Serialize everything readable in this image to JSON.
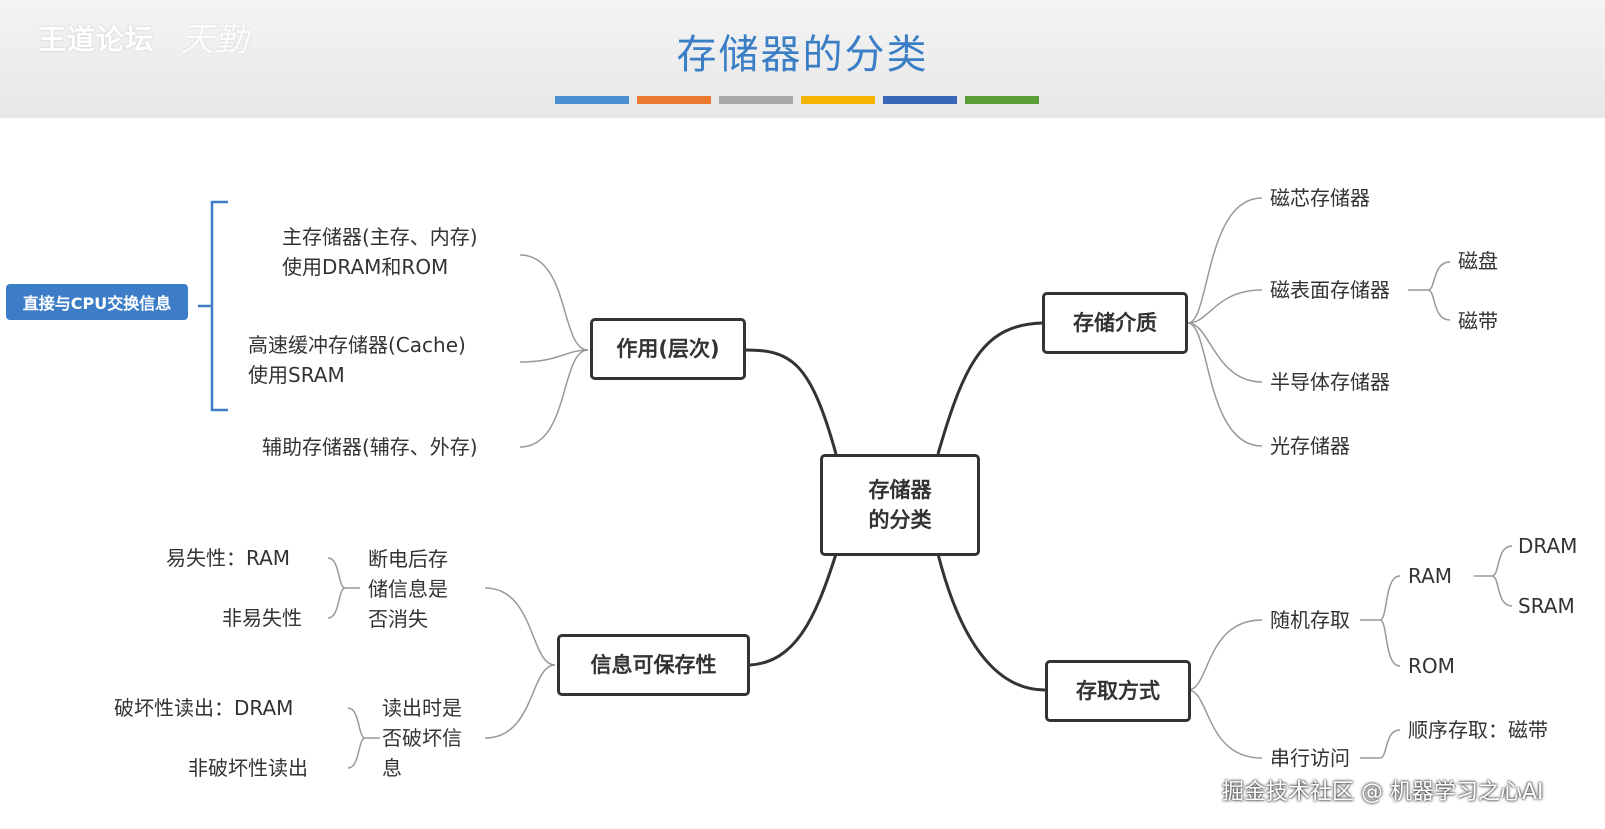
{
  "header": {
    "brand": "王道论坛",
    "brand_mark": "天勤",
    "title": "存储器的分类",
    "stripe_colors": [
      "#4a90d2",
      "#e8792f",
      "#a8a8a8",
      "#f4b400",
      "#3a66b8",
      "#5a9e3a"
    ]
  },
  "diagram": {
    "center": "存储器\n的分类",
    "by_role": {
      "label": "作用(层次)",
      "main_memory": "主存储器(主存、内存)\n使用DRAM和ROM",
      "cache": "高速缓冲存储器(Cache)\n使用SRAM",
      "aux": "辅助存储器(辅存、外存)",
      "side_note": "直接与CPU交换信息"
    },
    "by_medium": {
      "label": "存储介质",
      "core": "磁芯存储器",
      "surface": "磁表面存储器",
      "disk": "磁盘",
      "tape": "磁带",
      "semi": "半导体存储器",
      "optical": "光存储器"
    },
    "by_retention": {
      "label": "信息可保存性",
      "q1": "断电后存\n储信息是\n否消失",
      "volatile": "易失性：RAM",
      "nonvolatile": "非易失性",
      "q2": "读出时是\n否破坏信\n息",
      "destructive": "破坏性读出：DRAM",
      "nondestructive": "非破坏性读出"
    },
    "by_access": {
      "label": "存取方式",
      "random": "随机存取",
      "ram": "RAM",
      "dram": "DRAM",
      "sram": "SRAM",
      "rom": "ROM",
      "serial": "串行访问",
      "sequential": "顺序存取：磁带"
    }
  },
  "watermark": "掘金技术社区 @ 机器学习之心AI"
}
